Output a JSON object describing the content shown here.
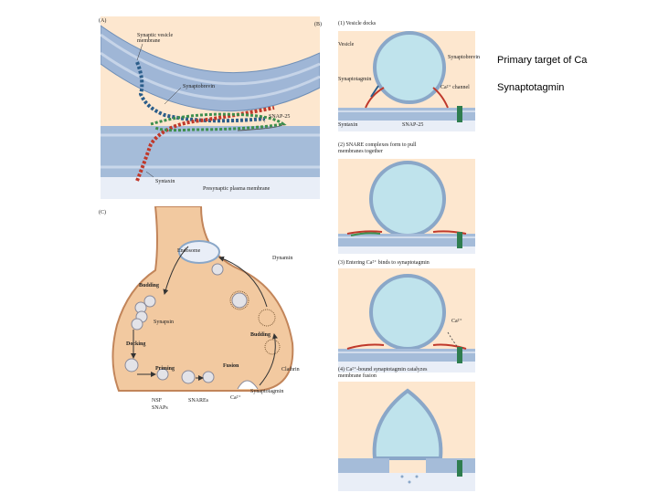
{
  "panel_a": {
    "letter": "(A)",
    "vesicle_membrane": "Synaptic vesicle\nmembrane",
    "synaptobrevin": "Synaptobrevin",
    "snap25": "SNAP-25",
    "syntaxin": "Syntaxin",
    "presynaptic_membrane": "Presynaptic plasma membrane"
  },
  "panel_b": {
    "letter": "(B)",
    "steps": [
      "(1) Vesicle docks",
      "(2) SNARE complexes form to pull\nmembranes together",
      "(3) Entering Ca²⁺ binds to synaptotagmin",
      "(4) Ca²⁺-bound synaptotagmin catalyzes\nmembrane fusion"
    ],
    "vesicle": "Vesicle",
    "synaptobrevin": "Synaptobrevin",
    "synaptotagmin": "Synaptotagmin",
    "ca_channel": "Ca²⁺ channel",
    "syntaxin": "Syntaxin",
    "snap25": "SNAP-25",
    "ca_ion": "Ca²⁺"
  },
  "panel_c": {
    "letter": "(C)",
    "endosome": "Endosome",
    "dynamin": "Dynamin",
    "budding_left": "Budding",
    "budding_right": "Budding",
    "synapsin": "Synapsin",
    "docking": "Docking",
    "priming": "Priming",
    "fusion": "Fusion",
    "clathrin": "Clathrin",
    "nsf": "NSF",
    "snaps": "SNAPs",
    "snares": "SNAREs",
    "ca": "Ca²⁺",
    "synaptotagmin": "Synaptotagmin"
  },
  "side_text": {
    "line1": "Primary target of Ca",
    "line2": "Synaptotagmin"
  },
  "colors": {
    "membrane": "#8aa7c8",
    "vesicle": "#a7d4e0",
    "cytoplasm": "#f2c9a0",
    "syntaxin": "#c0392b",
    "synaptobrevin": "#2c5e8a",
    "snap25": "#3e8f4e"
  }
}
